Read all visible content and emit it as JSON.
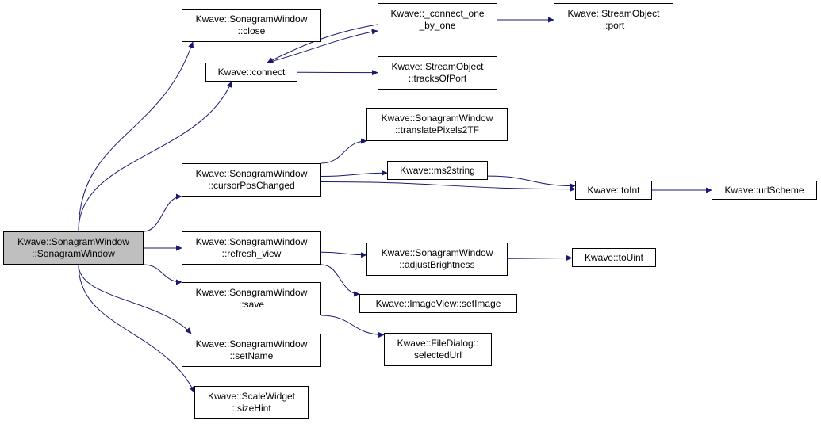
{
  "colors": {
    "edge": "#191970",
    "root_fill": "#bfbfbf",
    "node_fill": "#ffffff",
    "border": "#000000"
  },
  "nodes": {
    "sonagram_ctor": {
      "lines": [
        "Kwave::SonagramWindow",
        "::SonagramWindow"
      ]
    },
    "close": {
      "lines": [
        "Kwave::SonagramWindow",
        "::close"
      ]
    },
    "connect": {
      "lines": [
        "Kwave::connect"
      ]
    },
    "connect_one_by_one": {
      "lines": [
        "Kwave::_connect_one",
        "_by_one"
      ]
    },
    "port": {
      "lines": [
        "Kwave::StreamObject",
        "::port"
      ]
    },
    "tracks_of_port": {
      "lines": [
        "Kwave::StreamObject",
        "::tracksOfPort"
      ]
    },
    "translate_pixels": {
      "lines": [
        "Kwave::SonagramWindow",
        "::translatePixels2TF"
      ]
    },
    "cursor_pos_changed": {
      "lines": [
        "Kwave::SonagramWindow",
        "::cursorPosChanged"
      ]
    },
    "ms2string": {
      "lines": [
        "Kwave::ms2string"
      ]
    },
    "to_int": {
      "lines": [
        "Kwave::toInt"
      ]
    },
    "url_scheme": {
      "lines": [
        "Kwave::urlScheme"
      ]
    },
    "refresh_view": {
      "lines": [
        "Kwave::SonagramWindow",
        "::refresh_view"
      ]
    },
    "adjust_brightness": {
      "lines": [
        "Kwave::SonagramWindow",
        "::adjustBrightness"
      ]
    },
    "to_uint": {
      "lines": [
        "Kwave::toUint"
      ]
    },
    "set_image": {
      "lines": [
        "Kwave::ImageView::setImage"
      ]
    },
    "save": {
      "lines": [
        "Kwave::SonagramWindow",
        "::save"
      ]
    },
    "selected_url": {
      "lines": [
        "Kwave::FileDialog::",
        "selectedUrl"
      ]
    },
    "set_name": {
      "lines": [
        "Kwave::SonagramWindow",
        "::setName"
      ]
    },
    "size_hint": {
      "lines": [
        "Kwave::ScaleWidget",
        "::sizeHint"
      ]
    }
  },
  "edges": [
    [
      "sonagram_ctor",
      "close"
    ],
    [
      "sonagram_ctor",
      "connect"
    ],
    [
      "sonagram_ctor",
      "cursor_pos_changed"
    ],
    [
      "sonagram_ctor",
      "refresh_view"
    ],
    [
      "sonagram_ctor",
      "save"
    ],
    [
      "sonagram_ctor",
      "set_name"
    ],
    [
      "sonagram_ctor",
      "size_hint"
    ],
    [
      "connect",
      "connect_one_by_one"
    ],
    [
      "connect_one_by_one",
      "connect"
    ],
    [
      "connect",
      "tracks_of_port"
    ],
    [
      "connect_one_by_one",
      "port"
    ],
    [
      "cursor_pos_changed",
      "translate_pixels"
    ],
    [
      "cursor_pos_changed",
      "ms2string"
    ],
    [
      "cursor_pos_changed",
      "to_int"
    ],
    [
      "ms2string",
      "to_int"
    ],
    [
      "to_int",
      "url_scheme"
    ],
    [
      "refresh_view",
      "adjust_brightness"
    ],
    [
      "refresh_view",
      "set_image"
    ],
    [
      "adjust_brightness",
      "to_uint"
    ],
    [
      "save",
      "selected_url"
    ]
  ]
}
